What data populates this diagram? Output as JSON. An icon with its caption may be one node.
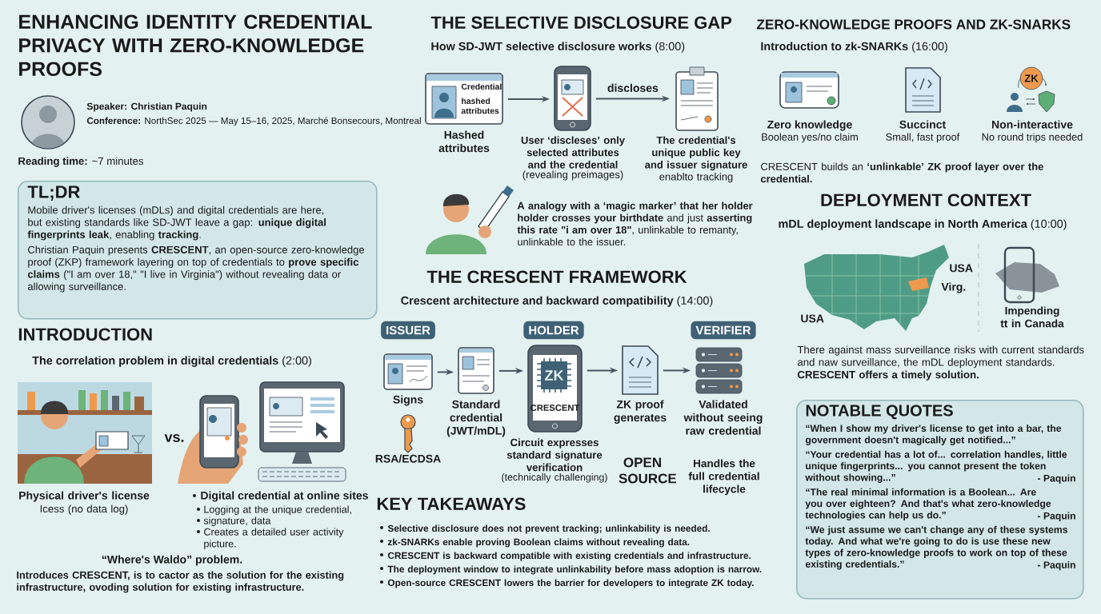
{
  "diagram": {
    "title": "ENHANCING IDENTITY CREDENTIAL PRIVACY WITH ZERO-KNOWLEDGE PROOFS",
    "nodes": [
      {
        "text": [
          "TL;DR",
          "Mobile driver's licenses (mDLs) and digital credentials are here, but existing standards like SD-JWT leave a gap: **unique digital fingerprints leak**, enabling **tracking**.",
          "Christian Paquin presents **CRESCENT**, an open-source zero-knowledge proof (ZKP) framework layering on top of credentials to **prove specific claims** (\"I am over 18,\" \"I live in Virginia\") without revealing data or allowing surveillance."
        ]
      },
      {
        "text": [
          "Credential",
          "hashed attributes"
        ],
        "beside": [
          "Hashed attributes"
        ]
      },
      {
        "text": [],
        "shape": "picture",
        "beside": [
          "User ‘discleses’ only selected attributes and the credential",
          "(revealing preimages)"
        ]
      },
      {
        "text": [],
        "shape": "picture",
        "beside": [
          "The credential's unique public key and issuer signature",
          "enablto tracking"
        ]
      },
      {
        "text": [],
        "shape": "picture",
        "beside": [
          "Signs"
        ]
      },
      {
        "text": [],
        "shape": "picture",
        "beside": [
          "Standard credential (JWT/mDL)"
        ]
      },
      {
        "text": [
          "ZK",
          "CRESCENT"
        ],
        "beside": [
          "Circuit expresses standard signature verification",
          "(technically challenging)"
        ]
      },
      {
        "text": [],
        "shape": "picture",
        "beside": [
          "ZK proof generates"
        ]
      },
      {
        "text": [],
        "shape": "picture",
        "beside": [
          "Validated without seeing raw credential"
        ]
      },
      {
        "text": [
          "NOTABLE QUOTES",
          "“When I show my driver's license to get into a bar, the government doesn't magically get notified...”",
          "“Your credential has a lot of... correlation handles, little unique fingerprints... you cannot present the token without showing...”",
          "- Paquin",
          "“The real minimal information is a Boolean... Are you over eighteen? And that's what zero-knowledge technologies can help us do.”",
          "- Paquin",
          "“We just assume we can't change any of these systems today. And what we're going to do is use these new types of zero-knowledge proofs to work on top of these existing credentials.”",
          "- Paquin"
        ]
      }
    ],
    "edges": [
      {
        "from": 1,
        "to": 2,
        "arrow": "to"
      },
      {
        "from": 2,
        "to": 3,
        "arrow": "to",
        "label": "discloses"
      },
      {
        "from": 4,
        "to": 5,
        "arrow": "to"
      },
      {
        "from": 5,
        "to": 6,
        "arrow": "to"
      },
      {
        "from": 6,
        "to": 7,
        "arrow": "to"
      },
      {
        "from": 7,
        "to": 8,
        "arrow": "to"
      }
    ],
    "labels": [
      "Speaker: Christian Paquin",
      "**Conference:** NorthSec 2025 — May 15–16, 2025, Marché Bonsecours, Montreal",
      "**Reading time:** ~7 minutes",
      "INTRODUCTION",
      "**The correlation problem in digital credentials** (2:00)",
      "vs.",
      "Physical driver's license",
      "Icess (no data log)",
      "Digital credential at online sites",
      "Logging at the unique credential,",
      "signature, data",
      "Creates a detailed user activity picture.",
      "“Where's Waldo” problem.",
      "Introduces CRESCENT, is to cactor as the solution for the existing infrastructure, ovoding solution for existing infrastructure.",
      "THE SELECTIVE DISCLOSURE GAP",
      "**How SD-JWT selective disclosure works** (8:00)",
      "**A analogy with a ‘magic marker’ that her holder holder crosses your birthdate** and just **asserting this rate \"i am over 18\"**, unlinkable to remanty, unlinkable to the issuer.",
      "THE CRESCENT FRAMEWORK",
      "**Crescent architecture and backward compatibility** (14:00)",
      "ISSUER",
      "HOLDER",
      "VERIFIER",
      "RSA/ECDSA",
      "OPEN SOURCE",
      "Handles the full credential lifecycle",
      "KEY TAKEAWAYS",
      "Selective disclosure does not prevent tracking; unlinkability is needed.",
      "zk-SNARKs enable proving Boolean claims without revealing data.",
      "CRESCENT is backward compatible with existing credentials and infrastructure.",
      "The deployment window to integrate unlinkability before mass adoption is narrow.",
      "Open-source CRESCENT lowers the barrier for developers to integrate ZK today.",
      "ZERO-KNOWLEDGE PROOFS AND ZK-SNARKS",
      "**Introduction to zk-SNARKs** (16:00)",
      "ZK",
      "Zero knowledge",
      "Boolean yes/no claim",
      "Succinct",
      "Small, fast proof",
      "Non-interactive",
      "No round trips needed",
      "CRESCENT builds an **‘unlinkable’ ZK proof layer over the credential.**",
      "DEPLOYMENT CONTEXT",
      "**mDL deployment landscape in North America** (10:00)",
      "USA",
      "Virg.",
      "USA",
      "Impending tt in Canada",
      "There against mass surveillance risks with current standards and naw surveillance, the mDL deployment standards. **CRESCENT offers a timely solution.**"
    ]
  }
}
